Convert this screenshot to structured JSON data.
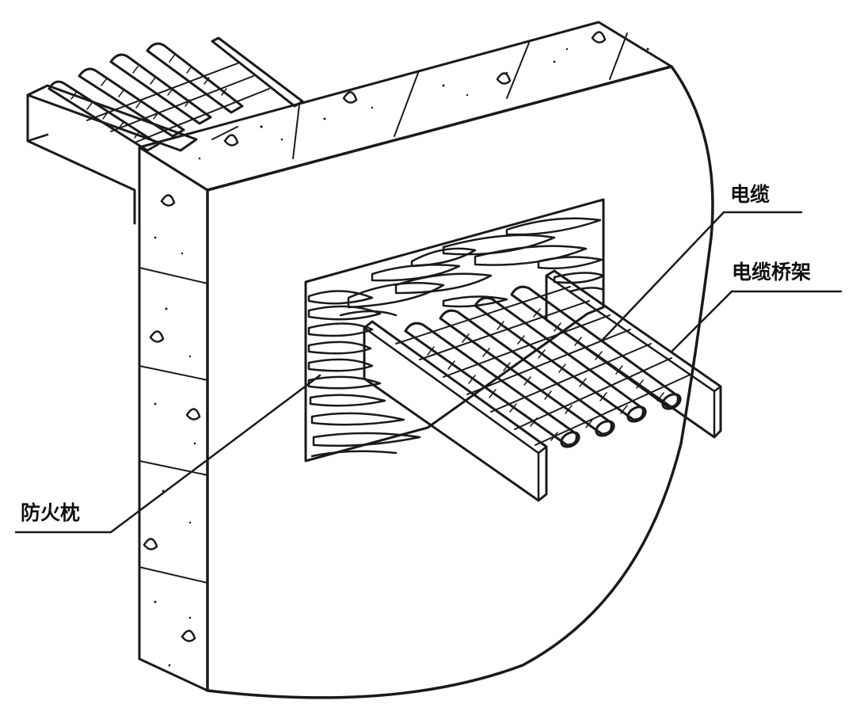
{
  "callouts": {
    "cable": {
      "label": "电缆"
    },
    "cable_tray": {
      "label": "电缆桥架"
    },
    "fire_pillow": {
      "label": "防火枕"
    }
  },
  "colors": {
    "ink": "#1a1a1a",
    "paper": "#ffffff",
    "wall_fill": "#fafafa",
    "pillow_fill": "#ffffff"
  }
}
